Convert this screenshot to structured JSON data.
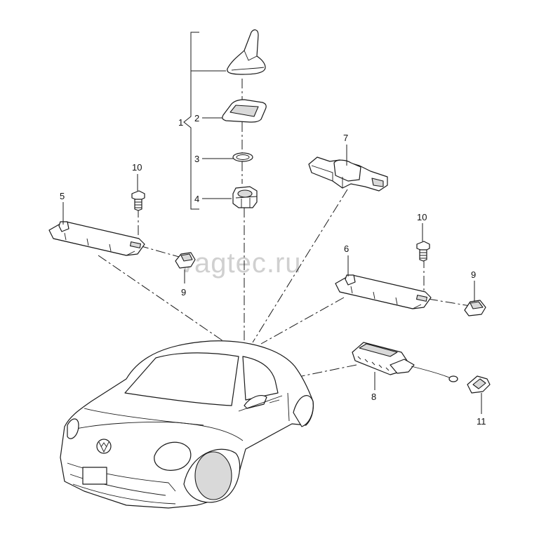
{
  "watermark": "vagtec.ru",
  "callouts": {
    "c1": "1",
    "c2": "2",
    "c3": "3",
    "c4": "4",
    "c5": "5",
    "c6": "6",
    "c7": "7",
    "c8": "8",
    "c9a": "9",
    "c9b": "9",
    "c10a": "10",
    "c10b": "10",
    "c11": "11"
  }
}
